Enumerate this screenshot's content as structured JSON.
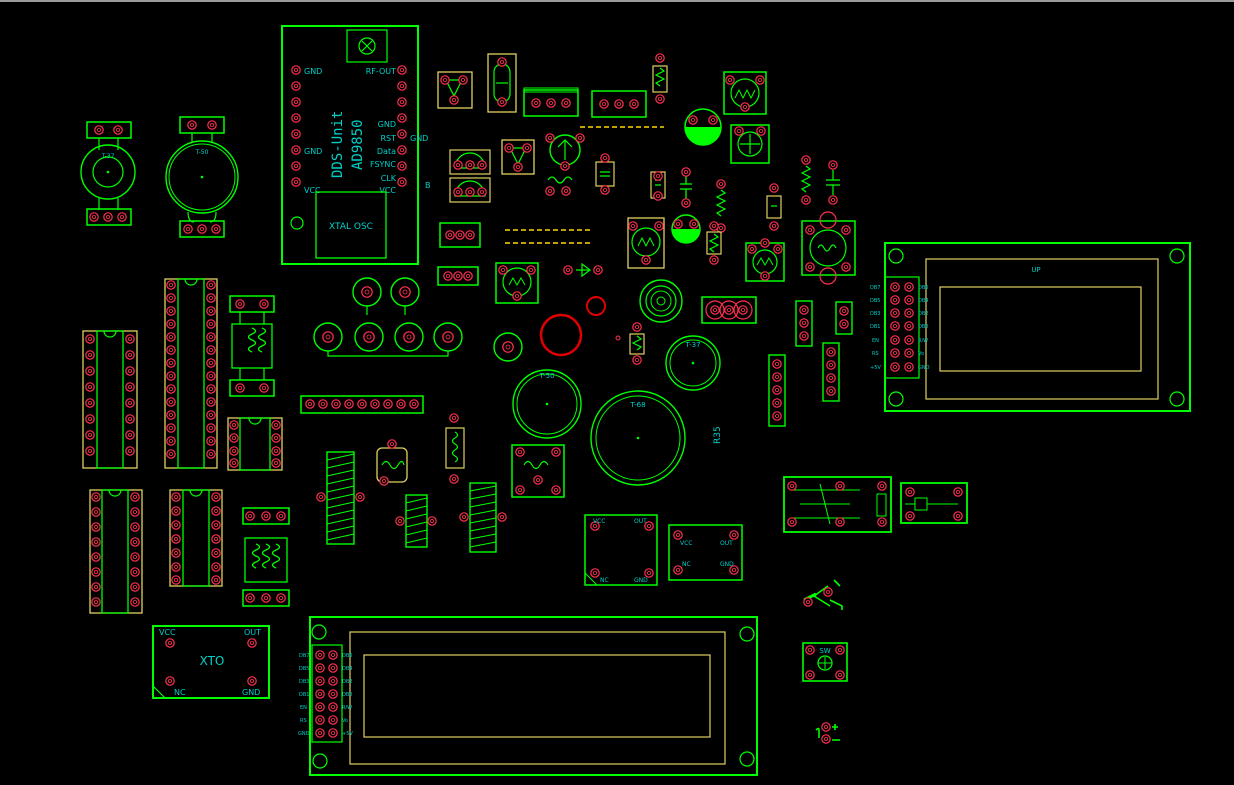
{
  "dds": {
    "title": "DDS-Unit",
    "chip": "AD9850",
    "pins_left": [
      "GND",
      "GND",
      "VCC"
    ],
    "pins_right": [
      "RF-OUT",
      "GND",
      "RST",
      "GND",
      "Data",
      "FSYNC",
      "CLK",
      "VCC"
    ],
    "xtal": "XTAL OSC",
    "b": "B"
  },
  "toroids": {
    "t37_left": "T-37",
    "t50_left": "T-50",
    "t50_mid": "T-50",
    "t68": "T-68",
    "t37_right": "T-37"
  },
  "r35": "R35",
  "xto_big": {
    "vcc": "VCC",
    "out": "OUT",
    "nc": "NC",
    "gnd": "GND",
    "name": "XTO"
  },
  "xto_small_a": {
    "vcc": "VCC",
    "out": "OUT",
    "nc": "NC",
    "gnd": "GND"
  },
  "xto_small_b": {
    "vcc": "VCC",
    "out": "OUT",
    "nc": "NC",
    "gnd": "GND"
  },
  "lcd_small": {
    "label": "UP",
    "left_pins": [
      "DB7",
      "DB5",
      "DB3",
      "DB1",
      "EN",
      "RS",
      "+5V"
    ],
    "right_pins": [
      "DB6",
      "DB4",
      "DB2",
      "DB0",
      "R/W",
      "Vo",
      "GND"
    ]
  },
  "lcd_big": {
    "left_pins": [
      "DB7",
      "DB5",
      "DB3",
      "DB1",
      "EN",
      "RS",
      "GND"
    ],
    "right_pins": [
      "DB6",
      "DB4",
      "DB2",
      "DB0",
      "R/W",
      "Vo",
      "+5V"
    ]
  },
  "switch": {
    "label": "SW"
  },
  "colors": {
    "outline": "#00ff00",
    "text": "#00d0c8",
    "pad": "#ff3050",
    "ic": "#e0d060",
    "copper": "#ffd700",
    "ring": "#e00000"
  }
}
